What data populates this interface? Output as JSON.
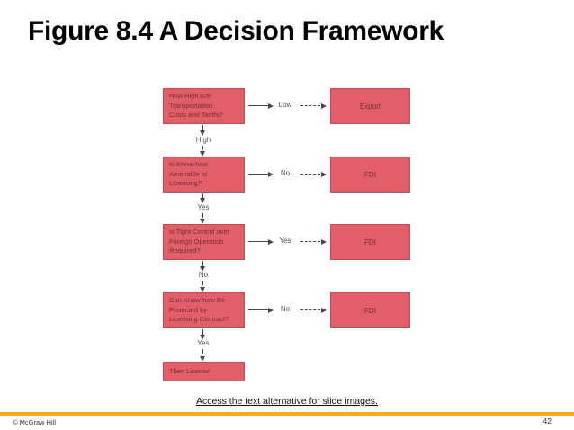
{
  "slide": {
    "title": "Figure 8.4 A Decision Framework",
    "link_text": "Access the text alternative for slide images.",
    "footer": {
      "copyright": "© McGraw Hill",
      "page_number": "42"
    }
  },
  "colors": {
    "box_fill": "#e25e69",
    "box_border": "#b8505a",
    "box_text": "#732f37",
    "arrow": "#474747",
    "connector_label": "#555555",
    "accent_bar": "#fcaa0e",
    "title_text": "#000000",
    "footer_text": "#333333"
  },
  "flowchart": {
    "type": "decision-flow",
    "nodes": {
      "q1": "How High Are\nTransportation\nCosts and Tariffs?",
      "q2": "Is Know-how\nAmenable to\nLicensing?",
      "q3": "Is Tight Control over\nForeign Operation\nRequired?",
      "q4": "Can Know-how Be\nProtected by\nLicensing Contract?",
      "final": "Then License",
      "o1": "Export",
      "o2": "FDI",
      "o3": "FDI",
      "o4": "FDI"
    },
    "branch_labels": {
      "b1": "Low",
      "b2": "No",
      "b3": "Yes",
      "b4": "No"
    },
    "down_labels": {
      "d1": "High",
      "d2": "Yes",
      "d3": "No",
      "d4": "Yes"
    }
  }
}
